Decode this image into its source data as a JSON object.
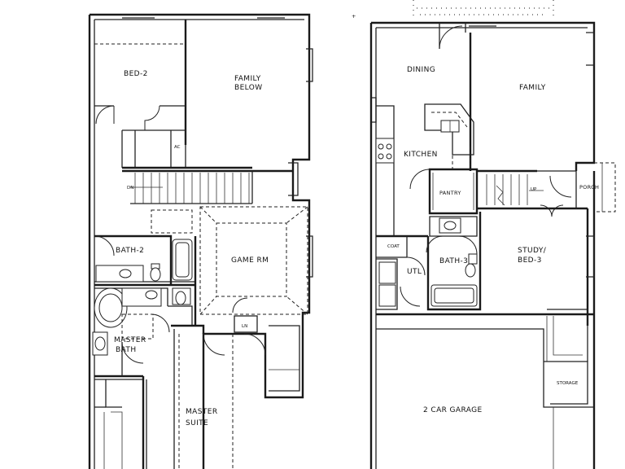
{
  "upper_floor": {
    "rooms": {
      "bed2": "BED-2",
      "family_below_1": "FAMILY",
      "family_below_2": "BELOW",
      "ac": "AC",
      "dn": "DN",
      "bath2": "BATH-2",
      "game_rm": "GAME RM",
      "master_bath_1": "MASTER",
      "master_bath_2": "BATH",
      "lin": "LN",
      "master_suite_1": "MASTER",
      "master_suite_2": "SUITE"
    }
  },
  "lower_floor": {
    "rooms": {
      "dining": "DINING",
      "family": "FAMILY",
      "kitchen": "KITCHEN",
      "pantry": "PANTRY",
      "up": "UP",
      "porch": "PORCH",
      "coat": "COAT",
      "utl": "UTL",
      "bath3": "BATH-3",
      "study_1": "STUDY/",
      "study_2": "BED-3",
      "storage": "STORAGE",
      "garage": "2 CAR GARAGE"
    }
  }
}
